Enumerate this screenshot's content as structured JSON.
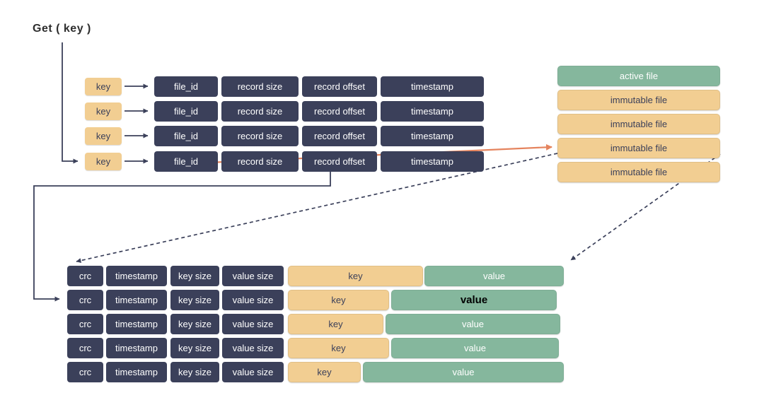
{
  "page": {
    "title": "Get ( key )"
  },
  "colors": {
    "navy": "#3B405A",
    "tan": "#F2CE92",
    "green": "#85B79D",
    "salmon": "#E5845E",
    "text_on_dark": "#FFFFFF",
    "text_on_tan": "#3B405A",
    "highlight_value_text": "#000000"
  },
  "keydir": {
    "rows": [
      {
        "key": "key",
        "file_id": "file_id",
        "record_size": "record size",
        "record_offset": "record offset",
        "timestamp": "timestamp"
      },
      {
        "key": "key",
        "file_id": "file_id",
        "record_size": "record size",
        "record_offset": "record offset",
        "timestamp": "timestamp"
      },
      {
        "key": "key",
        "file_id": "file_id",
        "record_size": "record size",
        "record_offset": "record offset",
        "timestamp": "timestamp"
      },
      {
        "key": "key",
        "file_id": "file_id",
        "record_size": "record size",
        "record_offset": "record offset",
        "timestamp": "timestamp"
      }
    ]
  },
  "files": {
    "active_label": "active file",
    "immutable_labels": [
      "immutable file",
      "immutable file",
      "immutable file",
      "immutable file"
    ]
  },
  "log": {
    "rows": [
      {
        "crc": "crc",
        "timestamp": "timestamp",
        "key_size": "key size",
        "value_size": "value size",
        "key": "key",
        "value": "value"
      },
      {
        "crc": "crc",
        "timestamp": "timestamp",
        "key_size": "key size",
        "value_size": "value size",
        "key": "key",
        "value": "value"
      },
      {
        "crc": "crc",
        "timestamp": "timestamp",
        "key_size": "key size",
        "value_size": "value size",
        "key": "key",
        "value": "value"
      },
      {
        "crc": "crc",
        "timestamp": "timestamp",
        "key_size": "key size",
        "value_size": "value size",
        "key": "key",
        "value": "value"
      },
      {
        "crc": "crc",
        "timestamp": "timestamp",
        "key_size": "key size",
        "value_size": "value size",
        "key": "key",
        "value": "value"
      }
    ]
  }
}
